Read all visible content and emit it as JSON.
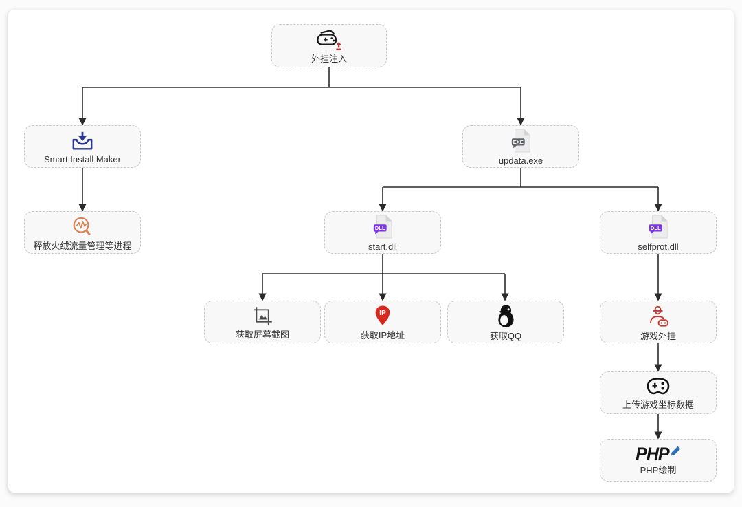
{
  "nodes": {
    "inject": {
      "label": "外挂注入",
      "icon": "gamepad-upload-icon"
    },
    "smart_install_maker": {
      "label": "Smart Install Maker",
      "icon": "install-package-icon"
    },
    "release_huorong": {
      "label": "释放火绒流量管理等进程",
      "icon": "activity-magnifier-icon"
    },
    "updata_exe": {
      "label": "updata.exe",
      "icon": "exe-file-icon",
      "badge": "EXE"
    },
    "start_dll": {
      "label": "start.dll",
      "icon": "dll-file-icon",
      "badge": "DLL"
    },
    "selfprot_dll": {
      "label": "selfprot.dll",
      "icon": "dll-file-icon",
      "badge": "DLL"
    },
    "screenshot": {
      "label": "获取屏幕截图",
      "icon": "screenshot-icon"
    },
    "get_ip": {
      "label": "获取IP地址",
      "icon": "ip-pin-icon",
      "badge": "IP"
    },
    "get_qq": {
      "label": "获取QQ",
      "icon": "qq-penguin-icon"
    },
    "game_cheat": {
      "label": "游戏外挂",
      "icon": "cheater-gamepad-icon"
    },
    "upload_coords": {
      "label": "上传游戏坐标数据",
      "icon": "gamepad-outline-icon"
    },
    "php_draw": {
      "label": "PHP绘制",
      "icon": "php-pencil-icon",
      "logo_text": "PHP"
    }
  },
  "edges": [
    {
      "from": "inject",
      "to": "smart_install_maker"
    },
    {
      "from": "inject",
      "to": "updata_exe"
    },
    {
      "from": "smart_install_maker",
      "to": "release_huorong"
    },
    {
      "from": "updata_exe",
      "to": "start_dll"
    },
    {
      "from": "updata_exe",
      "to": "selfprot_dll"
    },
    {
      "from": "start_dll",
      "to": "screenshot"
    },
    {
      "from": "start_dll",
      "to": "get_ip"
    },
    {
      "from": "start_dll",
      "to": "get_qq"
    },
    {
      "from": "selfprot_dll",
      "to": "game_cheat"
    },
    {
      "from": "game_cheat",
      "to": "upload_coords"
    },
    {
      "from": "upload_coords",
      "to": "php_draw"
    }
  ],
  "colors": {
    "line": "#2b2b2b",
    "node_bg": "#f8f8f8",
    "node_border": "#c8c8c8",
    "exe_badge": "#5f6368",
    "dll_badge": "#7c35e8",
    "ip_red": "#d7281e",
    "accent_red": "#b6352c",
    "install_navy": "#2b3990",
    "activity_orange": "#dd8052",
    "php_blue": "#2f6fb5",
    "penguin_black": "#111111"
  }
}
